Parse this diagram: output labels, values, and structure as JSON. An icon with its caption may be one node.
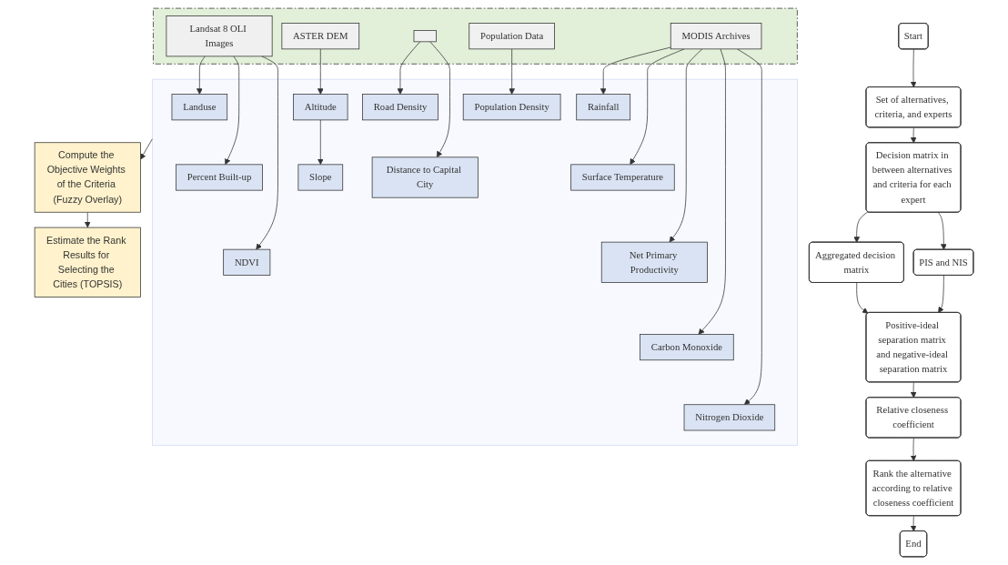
{
  "diagram": {
    "nodes": [
      {
        "text": [],
        "shape": "box"
      },
      {
        "text": [
          "Landsat 8 OLI Images"
        ],
        "in": 0
      },
      {
        "text": [
          "ASTER DEM"
        ],
        "in": 0
      },
      {
        "text": [],
        "shape": "box",
        "in": 0
      },
      {
        "text": [
          "Population Data"
        ],
        "in": 0
      },
      {
        "text": [
          "MODIS Archives"
        ],
        "in": 0
      },
      {
        "text": [],
        "shape": "box"
      },
      {
        "text": [
          "Landuse"
        ],
        "in": 6
      },
      {
        "text": [
          "Percent Built-up"
        ],
        "in": 6
      },
      {
        "text": [
          "NDVI"
        ],
        "in": 6
      },
      {
        "text": [
          "Altitude"
        ],
        "in": 6
      },
      {
        "text": [
          "Slope"
        ],
        "in": 6
      },
      {
        "text": [
          "Road Density"
        ],
        "in": 6
      },
      {
        "text": [
          "Distance to Capital City"
        ],
        "in": 6
      },
      {
        "text": [
          "Population Density"
        ],
        "in": 6
      },
      {
        "text": [
          "Rainfall"
        ],
        "in": 6
      },
      {
        "text": [
          "Surface Temperature"
        ],
        "in": 6
      },
      {
        "text": [
          "Net Primary Productivity"
        ],
        "in": 6
      },
      {
        "text": [
          "Carbon Monoxide"
        ],
        "in": 6
      },
      {
        "text": [
          "Nitrogen Dioxide"
        ],
        "in": 6
      },
      {
        "text": [
          "Compute the Objective Weights of the Criteria (Fuzzy Overlay)"
        ]
      },
      {
        "text": [
          "Estimate the Rank Results for Selecting the Cities (TOPSIS)"
        ]
      },
      {
        "text": [
          "Start"
        ]
      },
      {
        "text": [
          "Set of alternatives, criteria, and experts"
        ]
      },
      {
        "text": [
          "Decision matrix in between alternatives and criteria for each expert"
        ]
      },
      {
        "text": [
          "Aggregated decision matrix"
        ]
      },
      {
        "text": [
          "PIS and NIS"
        ]
      },
      {
        "text": [
          "Positive-ideal separation matrix and negative-ideal separation matrix"
        ]
      },
      {
        "text": [
          "Relative closeness coefficient"
        ]
      },
      {
        "text": [
          "Rank the alternative according to relative closeness coefficient"
        ]
      },
      {
        "text": [
          "End"
        ]
      }
    ],
    "edges": [
      {
        "from": 1,
        "to": 7,
        "arrow": "to"
      },
      {
        "from": 1,
        "to": 8,
        "arrow": "to"
      },
      {
        "from": 1,
        "to": 9,
        "arrow": "to"
      },
      {
        "from": 2,
        "to": 10,
        "arrow": "to"
      },
      {
        "from": 10,
        "to": 11,
        "arrow": "to"
      },
      {
        "from": 3,
        "to": 12,
        "arrow": "to"
      },
      {
        "from": 3,
        "to": 13,
        "arrow": "to"
      },
      {
        "from": 4,
        "to": 14,
        "arrow": "to"
      },
      {
        "from": 5,
        "to": 15,
        "arrow": "to"
      },
      {
        "from": 5,
        "to": 16,
        "arrow": "to"
      },
      {
        "from": 5,
        "to": 17,
        "arrow": "to"
      },
      {
        "from": 5,
        "to": 18,
        "arrow": "to"
      },
      {
        "from": 5,
        "to": 19,
        "arrow": "to"
      },
      {
        "from": 6,
        "to": 20,
        "arrow": "to"
      },
      {
        "from": 20,
        "to": 21,
        "arrow": "to"
      },
      {
        "from": 22,
        "to": 23,
        "arrow": "to"
      },
      {
        "from": 23,
        "to": 24,
        "arrow": "to"
      },
      {
        "from": 24,
        "to": 25,
        "arrow": "to"
      },
      {
        "from": 24,
        "to": 26,
        "arrow": "to"
      },
      {
        "from": 25,
        "to": 27,
        "arrow": "to"
      },
      {
        "from": 26,
        "to": 27,
        "arrow": "to"
      },
      {
        "from": 27,
        "to": 28,
        "arrow": "to"
      },
      {
        "from": 28,
        "to": 29,
        "arrow": "to"
      },
      {
        "from": 29,
        "to": 30,
        "arrow": "to"
      }
    ]
  }
}
